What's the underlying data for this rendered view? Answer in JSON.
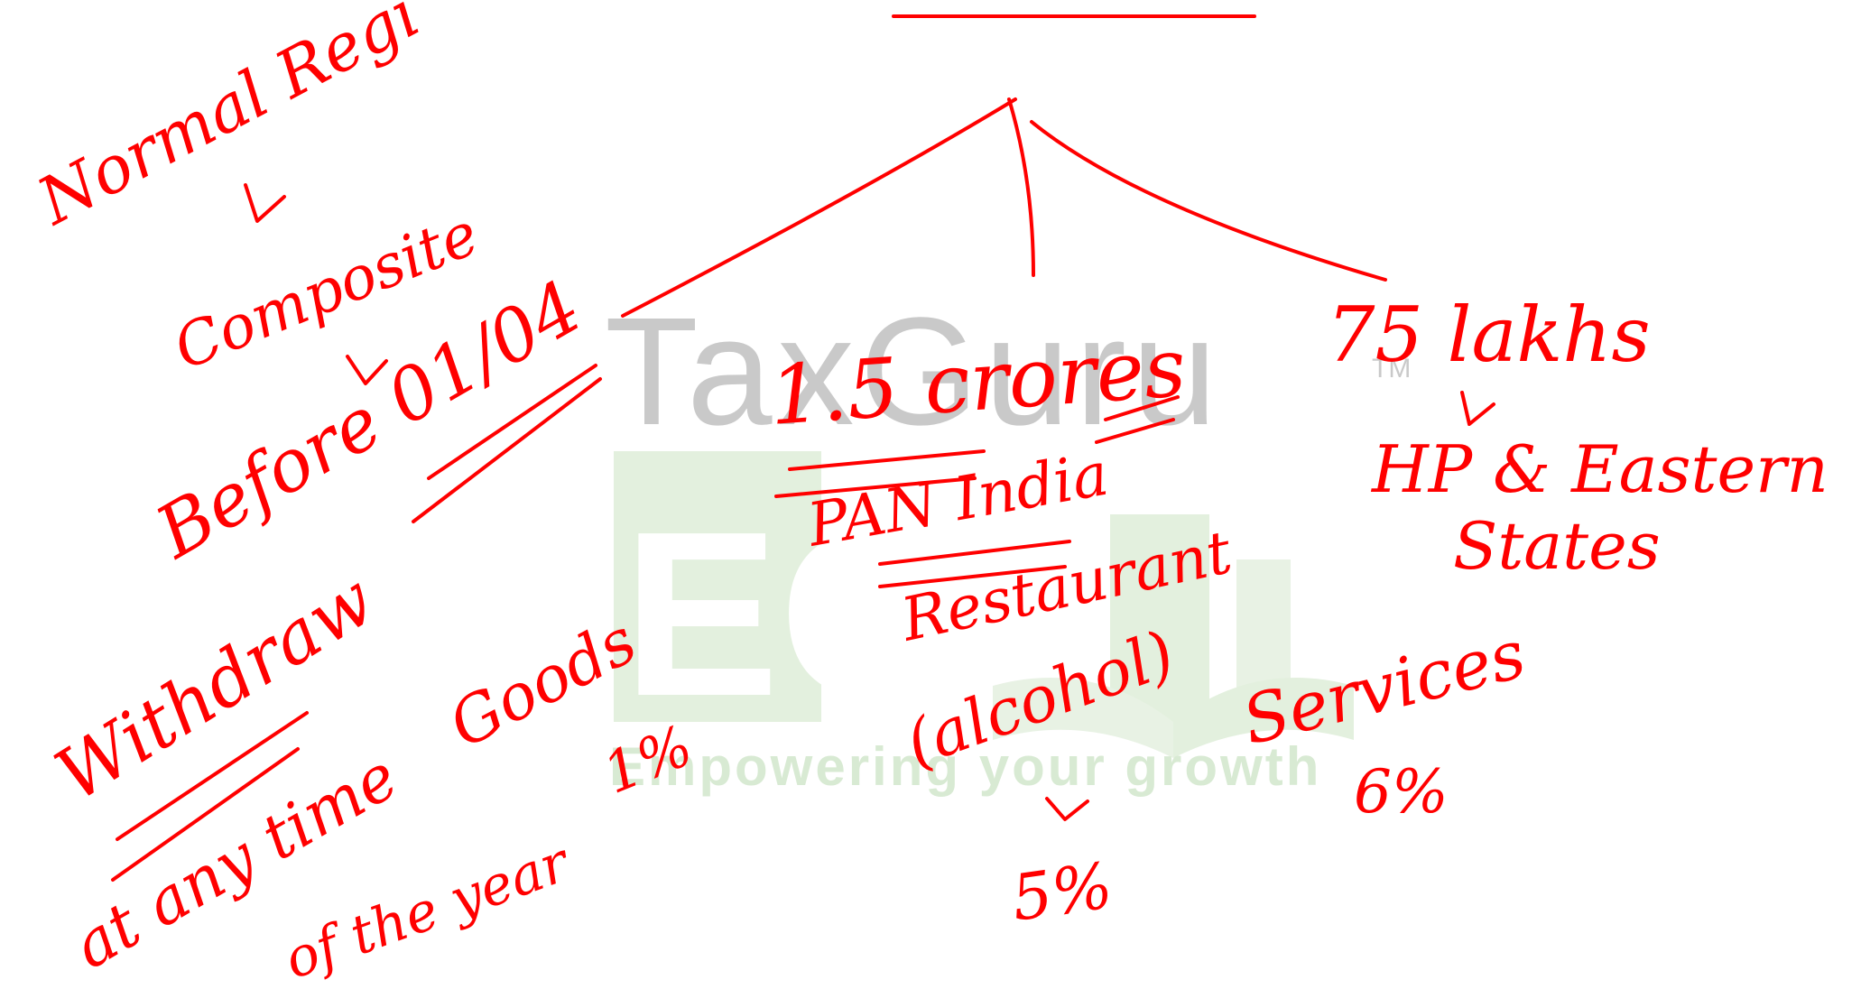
{
  "colors": {
    "ink": "#ff0000",
    "watermark_gray": "#c9c9c9",
    "watermark_green": "#d8ead3",
    "background": "#ffffff"
  },
  "watermark": {
    "brand": "TaxGuru",
    "trademark": "TM",
    "logo_letters": "EG",
    "tagline": "Empowering your growth",
    "icon": "open-book-icon"
  },
  "notes": {
    "normal_regi": "Normal Regi",
    "composite": "Composite",
    "before_date": "Before 01/04",
    "withdraw": "Withdraw",
    "any_time": "at any time",
    "of_the_year": "of the year",
    "goods": "Goods",
    "goods_rate": "1%",
    "limit_center": "1.5 crores",
    "pan_india": "PAN India",
    "restaurant": "Restaurant",
    "alcohol": "(alcohol)",
    "restaurant_rate": "5%",
    "limit_right": "75 lakhs",
    "hp_eastern": "HP & Eastern",
    "states": "States",
    "services": "Services",
    "services_rate": "6%"
  }
}
